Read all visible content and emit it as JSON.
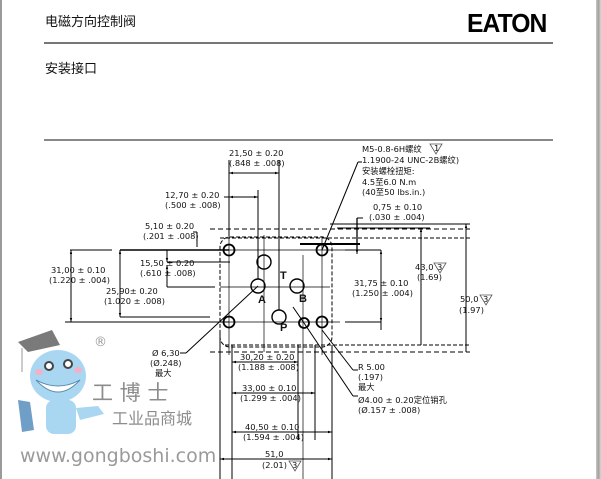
{
  "header": {
    "title": "电磁方向控制阀",
    "brand": "EATON",
    "section": "安装接口"
  },
  "drawing": {
    "ports": [
      "T",
      "A",
      "B",
      "P"
    ],
    "dimensions": {
      "d_21_50": [
        "21,50 ± 0.20",
        "(.848 ± .008)"
      ],
      "d_12_70": [
        "12,70 ± 0.20",
        "(.500 ± .008)"
      ],
      "d_5_10": [
        "5,10 ± 0.20",
        "(.201 ± .008)"
      ],
      "d_15_50": [
        "15,50 ± 0.20",
        "(.610 ± .008)"
      ],
      "d_31_00": [
        "31,00 ± 0.10",
        "(1.220 ± .004)"
      ],
      "d_25_90": [
        "25,90± 0.20",
        "(1.020 ± .008)"
      ],
      "d_0_75": [
        "0,75 ± 0.10",
        "(.030 ± .004)"
      ],
      "d_31_75": [
        "31,75 ± 0.10",
        "(1.250 ± .004)"
      ],
      "d_43_0": [
        "43,0",
        "(1.69)"
      ],
      "d_50_0": [
        "50,0",
        "(1.97)"
      ],
      "d_30_20": [
        "30,20 ± 0.20",
        "(1.188 ± .008)"
      ],
      "d_33_00": [
        "33,00 ± 0.10",
        "(1.299 ± .004)"
      ],
      "d_40_50": [
        "40,50 ± 0.10",
        "(1.594 ± .004)"
      ],
      "d_51_0": [
        "51,0",
        "(2.01)"
      ]
    },
    "notes": {
      "thread": [
        "M5-0.8-6H螺纹",
        "1.1900-24 UNC-2B螺纹)",
        "安装螺栓扭矩:",
        "4.5至6.0 N.m",
        "(40至50 lbs.in.)"
      ],
      "port_dia": [
        "Ø 6,30",
        "(Ø.248)",
        "最大"
      ],
      "radius": [
        "R 5.00",
        "(.197)",
        "最大"
      ],
      "pin": [
        "Ø4.00 ± 0.20定位销孔",
        "(Ø.157 ± .008)"
      ]
    },
    "finish_marks": {
      "thread": "1",
      "d_43": "3",
      "d_50": "3",
      "d_51": "3"
    }
  },
  "watermark": {
    "registered": "®",
    "brand_cn": "工 博 士",
    "mall": "工业品商城",
    "url": "www.gongboshi.com"
  }
}
